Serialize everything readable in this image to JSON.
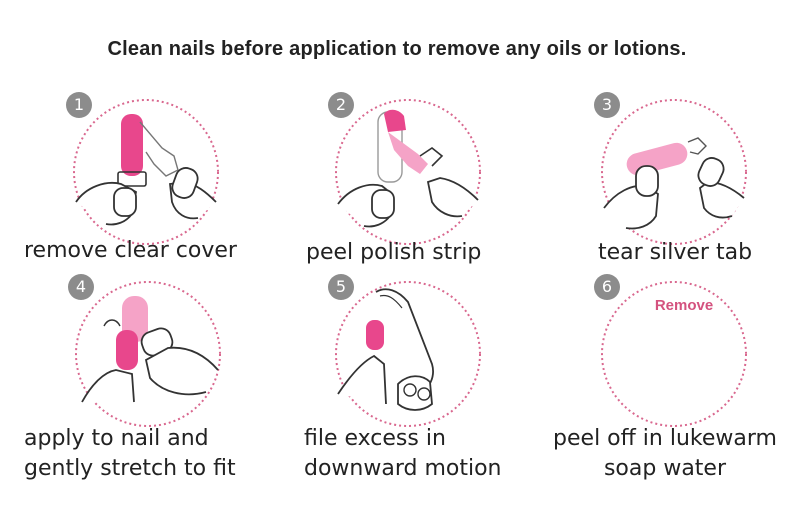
{
  "title": "Clean nails before application to remove any oils or lotions.",
  "colors": {
    "accent_pink": "#e8478c",
    "light_pink": "#f5a3c7",
    "dotted_circle": "#d9688f",
    "number_badge": "#8c8c8c",
    "remove_text": "#d4527f",
    "line_art": "#333333"
  },
  "steps": [
    {
      "number": "1",
      "caption_lines": [
        "remove clear cover"
      ],
      "icon": "hand-peeling-cover-icon"
    },
    {
      "number": "2",
      "caption_lines": [
        "peel polish strip"
      ],
      "icon": "hand-peeling-strip-icon"
    },
    {
      "number": "3",
      "caption_lines": [
        "tear silver tab"
      ],
      "icon": "hand-tearing-tab-icon"
    },
    {
      "number": "4",
      "caption_lines": [
        "apply to nail and",
        "gently stretch to fit"
      ],
      "icon": "hand-applying-strip-icon"
    },
    {
      "number": "5",
      "caption_lines": [
        "file excess in",
        "downward motion"
      ],
      "icon": "finger-filing-icon"
    },
    {
      "number": "6",
      "caption_lines": [
        "peel off in lukewarm",
        "soap water"
      ],
      "icon": "empty-circle-icon",
      "inner_text": "Remove"
    }
  ]
}
